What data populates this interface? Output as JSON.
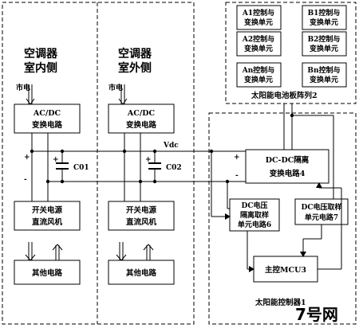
{
  "indoor": {
    "title1": "空调器",
    "title2": "室内侧",
    "mains": "市电",
    "acdc1": "AC/DC",
    "acdc2": "变换电路",
    "fan1": "开关电源",
    "fan2": "直流风机",
    "other": "其他电路"
  },
  "outdoor": {
    "title1": "空调器",
    "title2": "室外侧",
    "mains": "市电",
    "acdc1": "AC/DC",
    "acdc2": "变换电路",
    "fan1": "开关电源",
    "fan2": "直流风机",
    "other": "其他电路"
  },
  "bus": {
    "vdc": "Vdc",
    "c1": "C01",
    "c2": "C02",
    "plus": "+",
    "minus": "-"
  },
  "panel_array": {
    "label": "太阳能电池板阵列2",
    "units": [
      {
        "l1": "A1控制与",
        "l2": "变换单元"
      },
      {
        "l1": "B1控制与",
        "l2": "变换单元"
      },
      {
        "l1": "A2控制与",
        "l2": "变换单元"
      },
      {
        "l1": "B2控制与",
        "l2": "变换单元"
      },
      {
        "l1": "An控制与",
        "l2": "变换单元"
      },
      {
        "l1": "Bn控制与",
        "l2": "变换单元"
      }
    ]
  },
  "controller": {
    "label": "太阳能控制器1",
    "dcdc1": "DC-DC隔离",
    "dcdc2": "变换电路4",
    "iso1": "DC电压",
    "iso2": "隔离取样",
    "iso3": "单元电路6",
    "samp1": "DC电压取样",
    "samp2": "单元电路7",
    "mcu": "主控MCU3"
  },
  "watermark": "7号网"
}
